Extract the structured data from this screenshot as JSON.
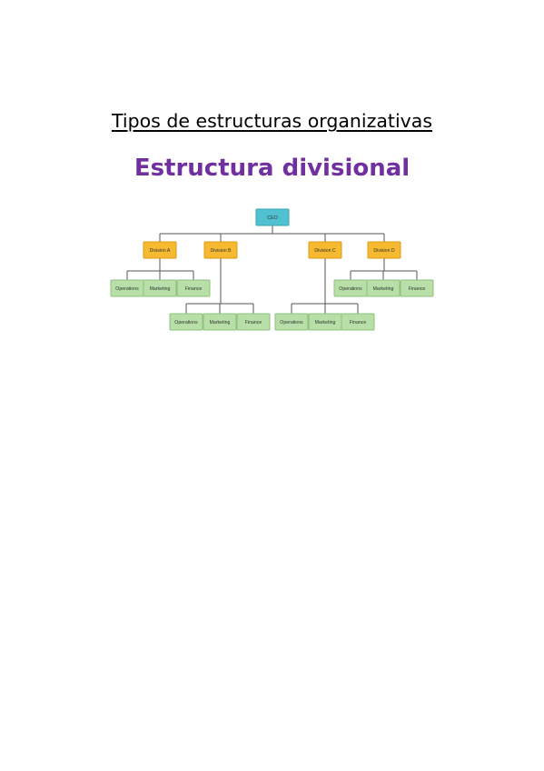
{
  "document": {
    "heading": "Tipos de estructuras organizativas",
    "subheading": "Estructura divisional",
    "subheading_color": "#7030a0"
  },
  "org_chart": {
    "colors": {
      "ceo": "#4fc1d0",
      "division": "#f6b92f",
      "function": "#b7dfa7",
      "connector": "#555555"
    },
    "root": "CEO",
    "divisions": [
      {
        "name": "Division A",
        "functions": [
          "Operations",
          "Marketing",
          "Finance"
        ]
      },
      {
        "name": "Division B",
        "functions": [
          "Operations",
          "Marketing",
          "Finance"
        ]
      },
      {
        "name": "Division C",
        "functions": [
          "Operations",
          "Marketing",
          "Finance"
        ]
      },
      {
        "name": "Division D",
        "functions": [
          "Operations",
          "Marketing",
          "Finance"
        ]
      }
    ]
  }
}
